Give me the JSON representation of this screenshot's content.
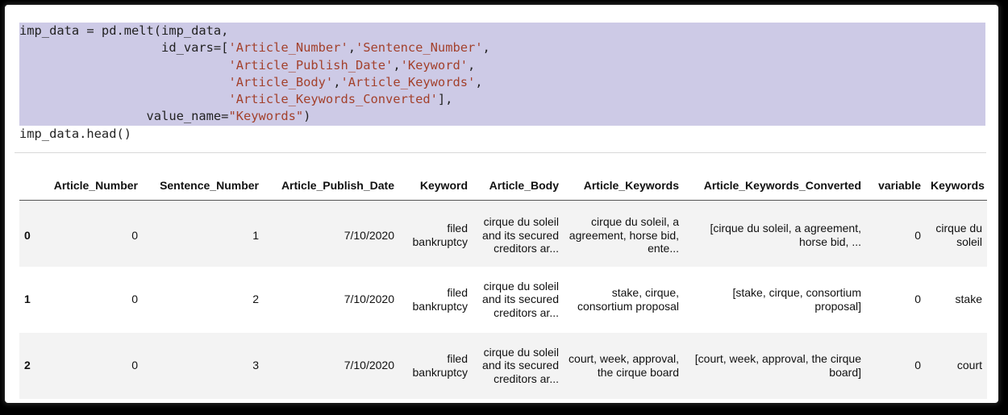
{
  "code": {
    "lines": [
      "imp_data = pd.melt(imp_data,",
      "                   id_vars=['Article_Number','Sentence_Number',",
      "                            'Article_Publish_Date','Keyword',",
      "                            'Article_Body','Article_Keywords',",
      "                            'Article_Keywords_Converted'],",
      "                 value_name=\"Keywords\")",
      "imp_data.head()"
    ]
  },
  "table": {
    "columns": [
      "",
      "Article_Number",
      "Sentence_Number",
      "Article_Publish_Date",
      "Keyword",
      "Article_Body",
      "Article_Keywords",
      "Article_Keywords_Converted",
      "variable",
      "Keywords"
    ],
    "rows": [
      {
        "index": "0",
        "article_number": "0",
        "sentence_number": "1",
        "publish_date": "7/10/2020",
        "keyword": "filed bankruptcy",
        "article_body": "cirque du soleil and its secured creditors ar...",
        "article_keywords": "cirque du soleil, a agreement, horse bid, ente...",
        "keywords_converted": "[cirque du soleil, a agreement, horse bid, ...",
        "variable": "0",
        "keywords": "cirque du soleil"
      },
      {
        "index": "1",
        "article_number": "0",
        "sentence_number": "2",
        "publish_date": "7/10/2020",
        "keyword": "filed bankruptcy",
        "article_body": "cirque du soleil and its secured creditors ar...",
        "article_keywords": "stake, cirque, consortium proposal",
        "keywords_converted": "[stake, cirque, consortium proposal]",
        "variable": "0",
        "keywords": "stake"
      },
      {
        "index": "2",
        "article_number": "0",
        "sentence_number": "3",
        "publish_date": "7/10/2020",
        "keyword": "filed bankruptcy",
        "article_body": "cirque du soleil and its secured creditors ar...",
        "article_keywords": "court, week, approval, the cirque board",
        "keywords_converted": "[court, week, approval, the cirque board]",
        "variable": "0",
        "keywords": "court"
      }
    ]
  }
}
